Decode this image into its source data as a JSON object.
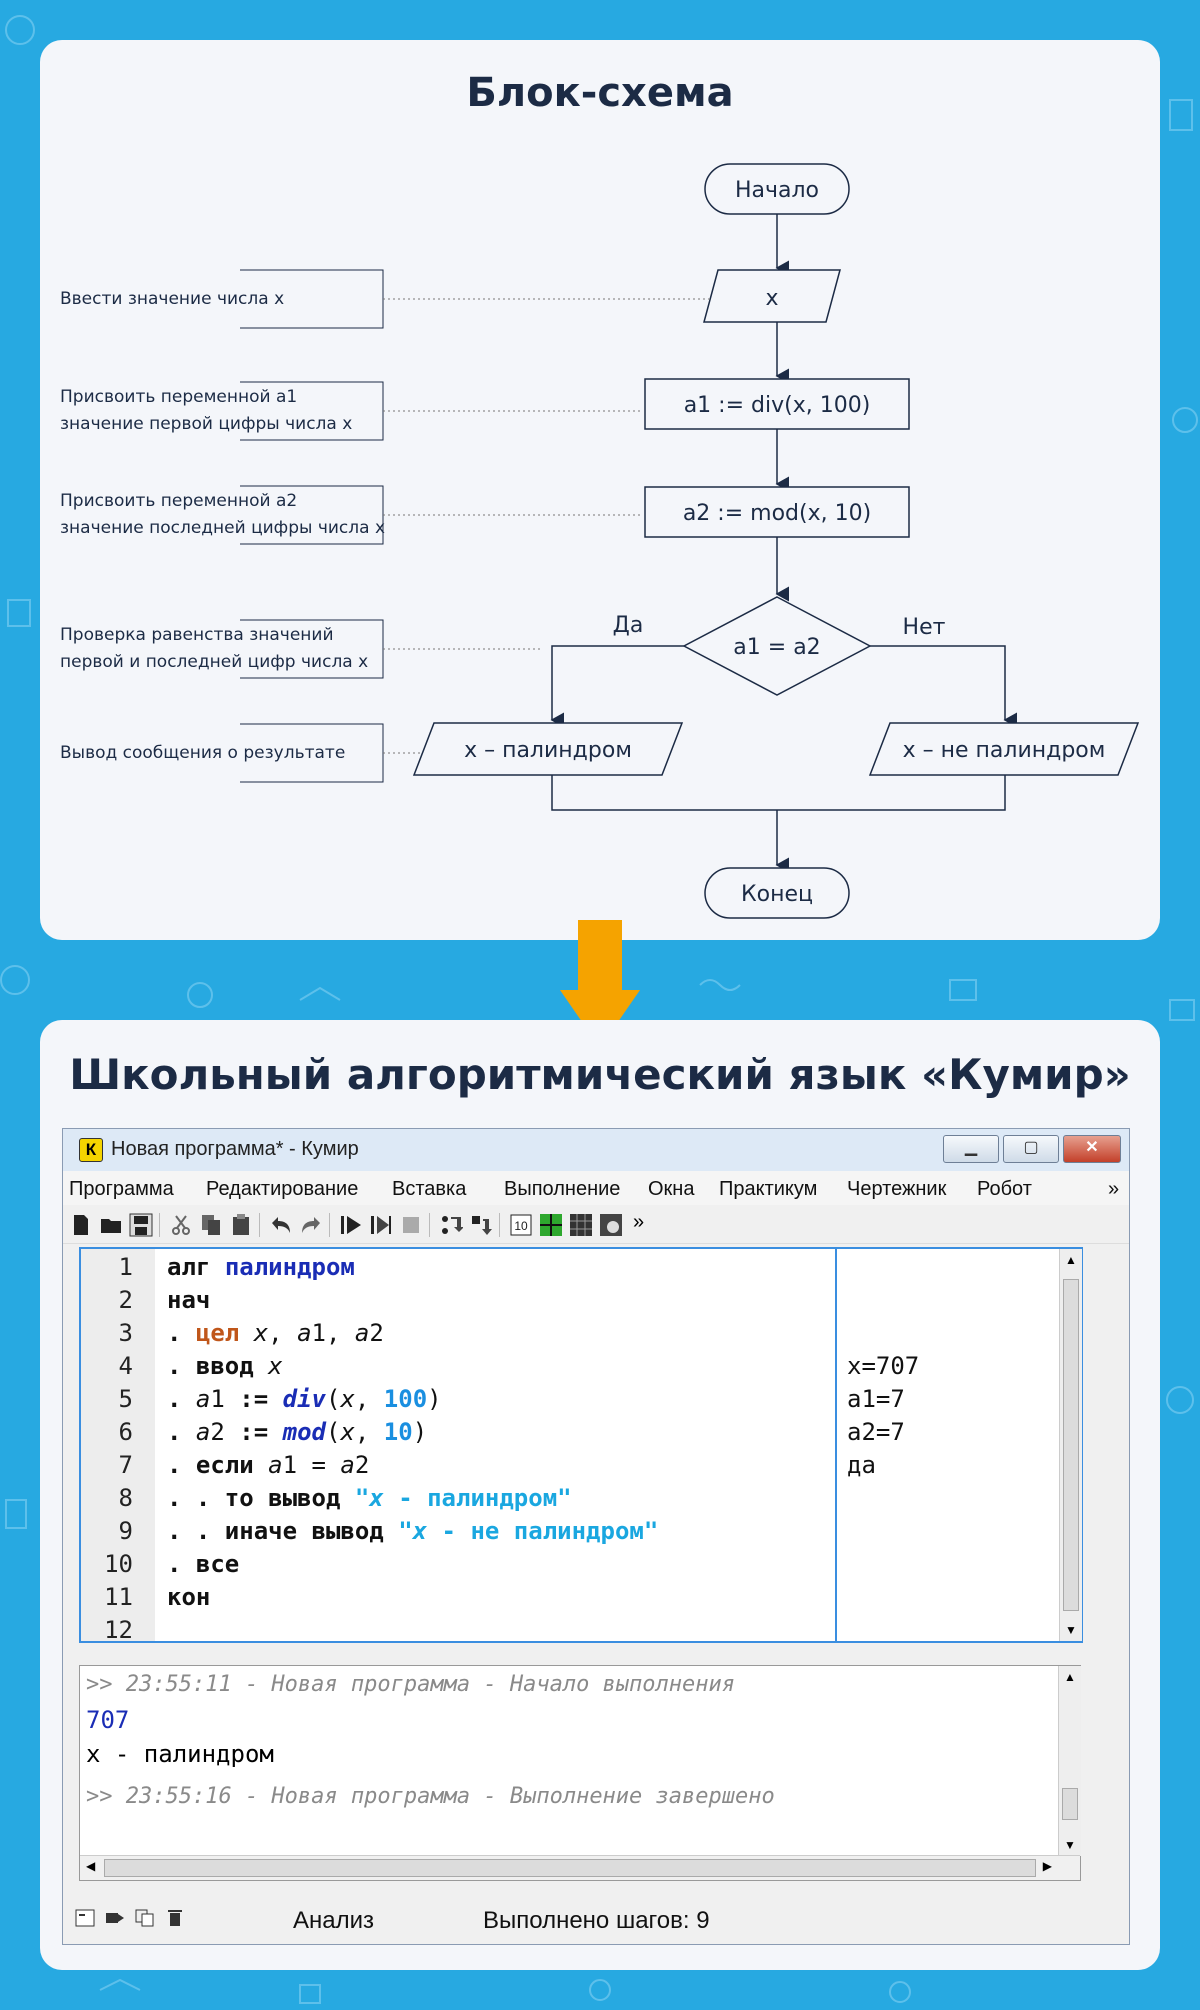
{
  "flowchart_card": {
    "title": "Блок-схема",
    "nodes": {
      "start": "Начало",
      "input": "x",
      "assign_a1": "a1 := div(x, 100)",
      "assign_a2": "a2 := mod(x, 10)",
      "condition": "a1 = a2",
      "yes_label": "Да",
      "no_label": "Нет",
      "output_yes": "x – палиндром",
      "output_no": "x – не палиндром",
      "end": "Конец"
    },
    "notes": [
      [
        "Ввести значение числа x"
      ],
      [
        "Присвоить переменной a1",
        "значение первой цифры числа x"
      ],
      [
        "Присвоить переменной a2",
        "значение последней цифры числа x"
      ],
      [
        "Проверка равенства значений",
        "первой и последней цифр числа x"
      ],
      [
        "Вывод сообщения о результате"
      ]
    ]
  },
  "kumir_card": {
    "title": "Школьный алгоритмический язык «Кумир»",
    "window": {
      "app_icon": "К",
      "title": "Новая программа* - Кумир",
      "menu": [
        "Программа",
        "Редактирование",
        "Вставка",
        "Выполнение",
        "Окна",
        "Практикум",
        "Чертежник",
        "Робот"
      ],
      "menu_more": "»",
      "toolbar_more": "»",
      "toolbar_icons": [
        "new-file-icon",
        "open-folder-icon",
        "save-icon",
        "cut-icon",
        "copy-icon",
        "paste-icon",
        "undo-icon",
        "redo-icon",
        "run-icon",
        "step-run-icon",
        "stop-icon",
        "step-into-icon",
        "step-out-icon",
        "counter-icon",
        "grid-green-icon",
        "grid-dark-icon",
        "robot-icon"
      ],
      "line_numbers": [
        "1",
        "2",
        "3",
        "4",
        "5",
        "6",
        "7",
        "8",
        "9",
        "10",
        "11",
        "12"
      ],
      "margin_values": [
        "",
        "",
        "",
        "x=707",
        "a1=7",
        "a2=7",
        "да",
        "",
        "",
        "",
        "",
        ""
      ],
      "console": {
        "line1": ">> 23:55:11 - Новая программа - Начало выполнения",
        "line2": "707",
        "line3": "x - палиндром",
        "line4": ">> 23:55:16 - Новая программа - Выполнение завершено"
      },
      "status": {
        "analysis": "Анализ",
        "steps": "Выполнено шагов: 9"
      }
    }
  },
  "colors": {
    "background": "#27a9e1",
    "card": "#f4f6fa",
    "ink": "#1c2b45",
    "arrow": "#f5a300"
  }
}
